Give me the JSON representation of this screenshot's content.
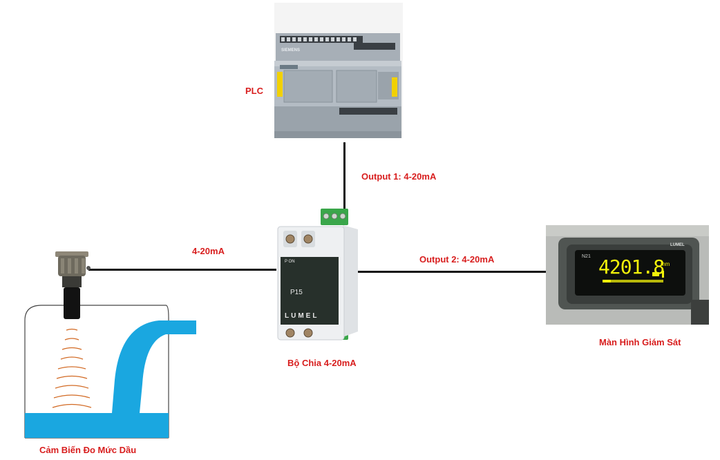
{
  "labels": {
    "plc": "PLC",
    "output1": "Output 1: 4-20mA",
    "sensor_signal": "4-20mA",
    "output2": "Output 2: 4-20mA",
    "splitter": "Bộ Chia 4-20mA",
    "monitor": "Màn Hình Giám Sát",
    "sensor": "Cảm Biến Đo Mức Dầu"
  },
  "splitter_device": {
    "model": "P15",
    "brand": "LUMEL",
    "status": "P ON"
  },
  "monitor_device": {
    "reading": "4201.8",
    "unit": "mm",
    "channel": "N21",
    "brand": "LUMEL"
  },
  "plc_device": {
    "brand": "SIEMENS"
  },
  "colors": {
    "label": "#d81e1e",
    "wire": "#111111",
    "water": "#1aa7e0",
    "display_digits": "#f2f20a",
    "plc_body": "#b4bcc4",
    "terminal_green": "#3aa64a"
  }
}
